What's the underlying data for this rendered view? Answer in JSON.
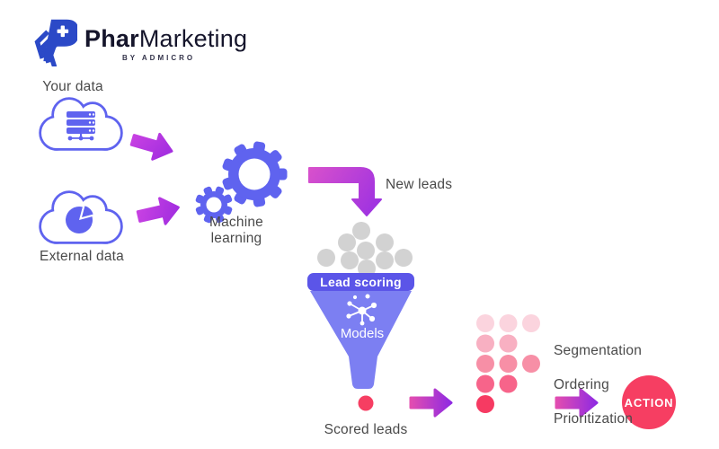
{
  "brand": {
    "name_bold": "Phar",
    "name_regular": "Marketing",
    "tagline": "BY ADMICRO"
  },
  "nodes": {
    "your_data_label": "Your data",
    "external_data_label": "External data",
    "machine_learning_label": "Machine\nlearning",
    "new_leads_label": "New leads",
    "funnel_band_label": "Lead scoring",
    "funnel_models_label": "Models",
    "scored_leads_label": "Scored leads",
    "segmentation_line1": "Segmentation",
    "segmentation_line2": "Ordering",
    "segmentation_line3": "Prioritization",
    "action_label": "ACTION"
  },
  "colors": {
    "primary_blue": "#5f63ef",
    "funnel_band": "#5b55e8",
    "funnel_body": "#7c7ff2",
    "logo_blue": "#2b49c7",
    "arrow_magenta_start": "#cb43e2",
    "arrow_magenta_end": "#a52fe0",
    "arrow_pink_start": "#e24db0",
    "arrow_purple_end": "#8f2ae2",
    "red_accent": "#f63e62",
    "gray_dot": "#d2d2d2",
    "text_dark": "#4a4a4a",
    "background": "#ffffff"
  },
  "incoming_leads": {
    "count": 9,
    "color": "#d2d2d2"
  },
  "scored_lead": {
    "count": 1,
    "color": "#f63e62"
  },
  "segment_grid": {
    "columns": 3,
    "rows": [
      {
        "pattern": [
          1,
          1,
          1
        ],
        "color": "#fbd4de"
      },
      {
        "pattern": [
          1,
          1,
          0
        ],
        "color": "#f8b0c2"
      },
      {
        "pattern": [
          1,
          1,
          1
        ],
        "color": "#f78fa6"
      },
      {
        "pattern": [
          1,
          1,
          0
        ],
        "color": "#f7648a"
      },
      {
        "pattern": [
          1,
          0,
          0
        ],
        "color": "#f63a62"
      }
    ]
  }
}
